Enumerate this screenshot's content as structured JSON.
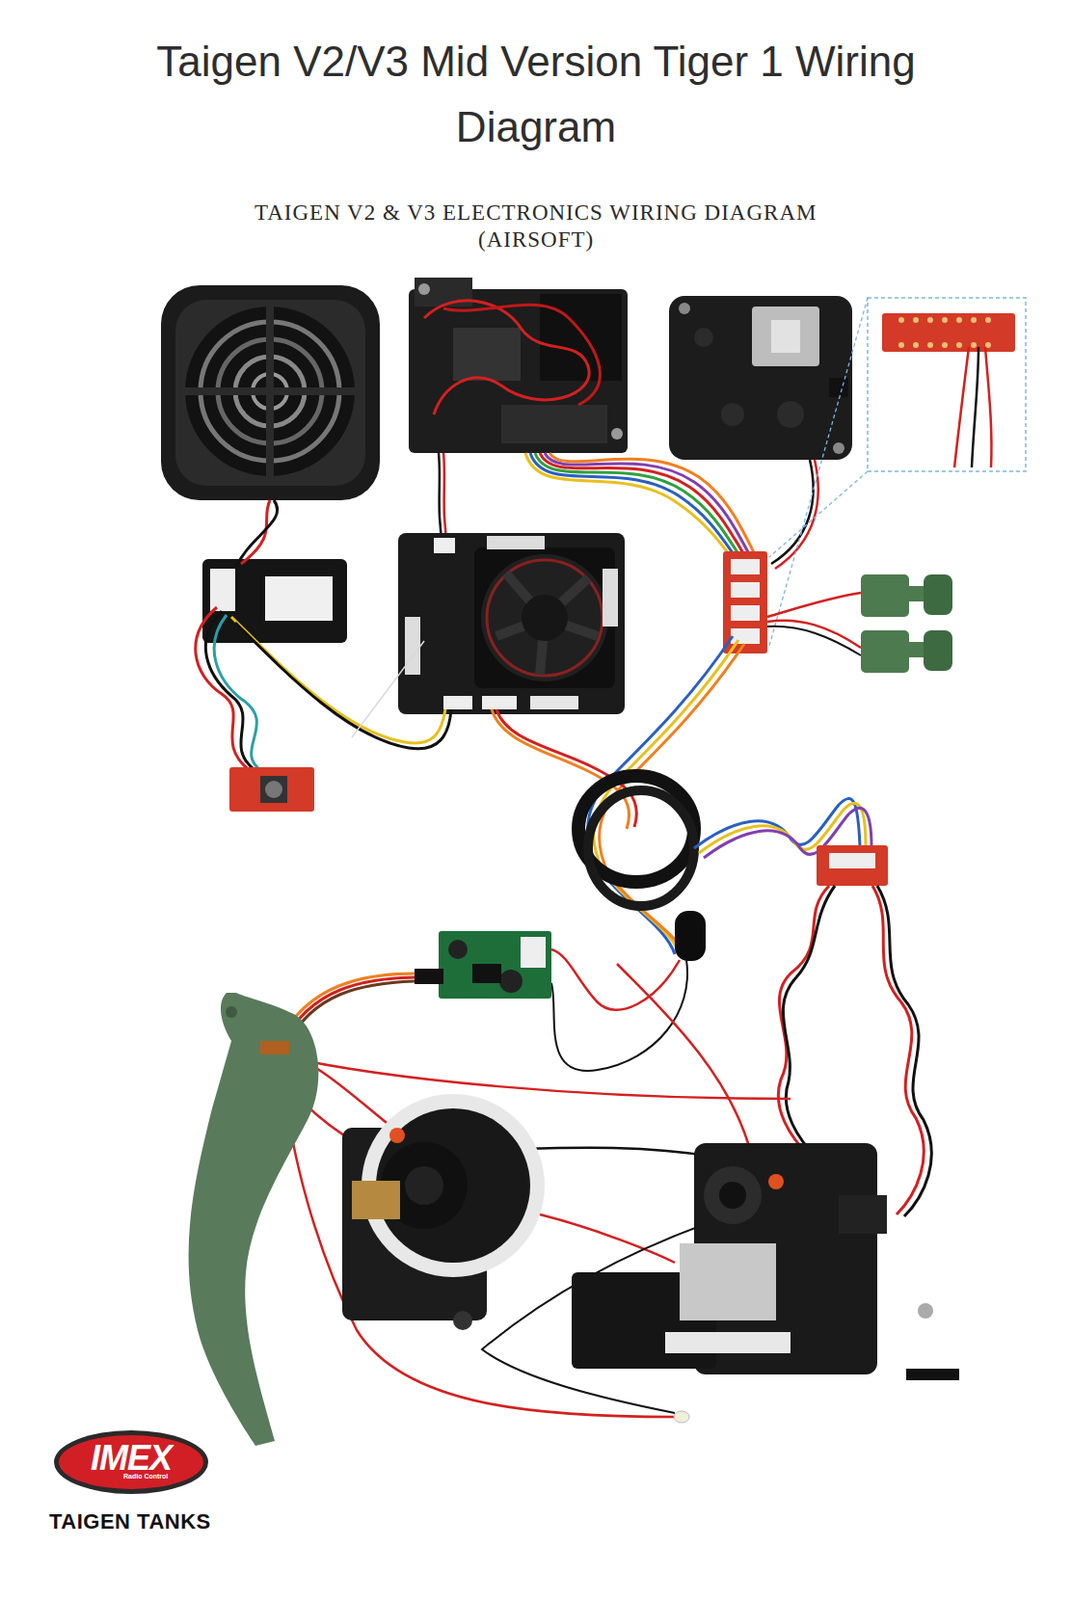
{
  "diagram": {
    "title": "Taigen V2/V3 Mid Version Tiger 1 Wiring Diagram",
    "nodes": [
      {
        "text": [
          "IMEX",
          "Radio Control"
        ]
      }
    ],
    "labels": [
      "TAIGEN V2 & V3 ELECTRONICS WIRING DIAGRAM",
      "(AIRSOFT)",
      "TAIGEN TANKS"
    ]
  }
}
